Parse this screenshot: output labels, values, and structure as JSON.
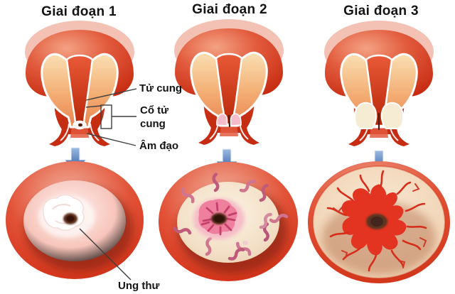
{
  "diagram": {
    "stage_titles": [
      "Giai đoạn 1",
      "Giai đoạn 2",
      "Giai đoạn 3"
    ],
    "anatomy_labels": {
      "uterus": "Tử cung",
      "cervix": "Cổ tử cung",
      "vagina": "Âm đạo",
      "cancer": "Ung thư"
    },
    "palette": {
      "background": "#ffffff",
      "deep_red": "#c62a10",
      "mid_red": "#d93a24",
      "salmon": "#ef8166",
      "highlight_pink": "#f4c1b5",
      "inner_pink": "#f0978c",
      "pale_pink": "#fdf2ef",
      "cream": "#f8ecd9",
      "orange": "#f3ae74",
      "lesion_pink": "#ee7f9d",
      "dark_brown": "#45200f",
      "arrow_blue": "#1c4e9c",
      "arrow_blue_light": "#8db4e2",
      "label_line": "#3f3f3f",
      "text_color": "#141414"
    }
  }
}
